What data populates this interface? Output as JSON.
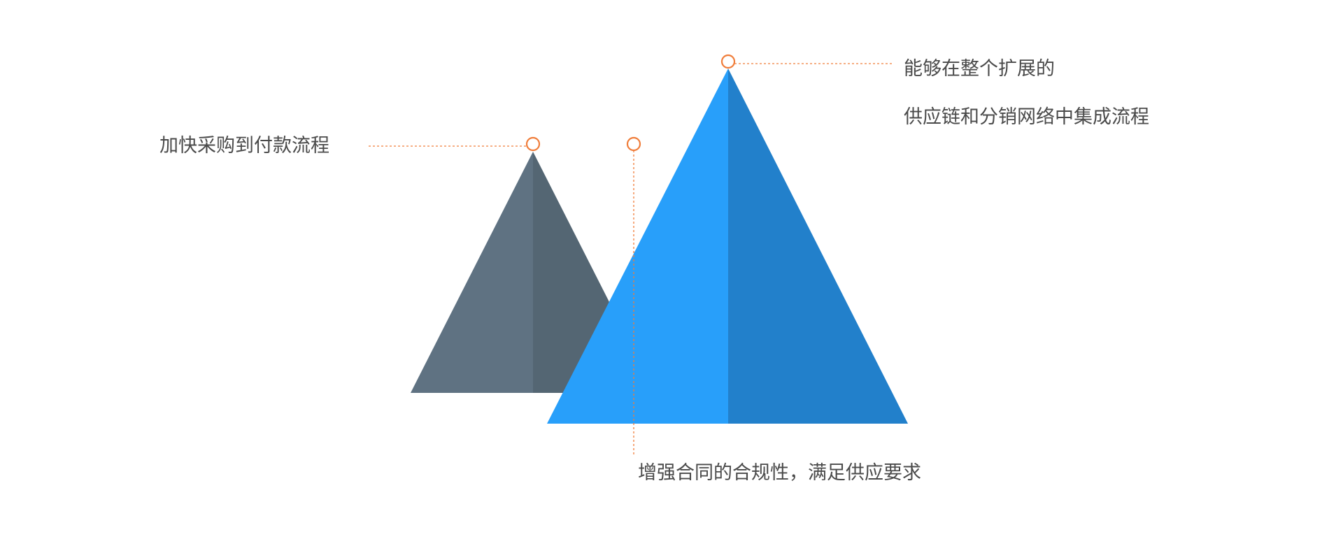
{
  "callouts": {
    "top_right": {
      "line1": "能够在整个扩展的",
      "line2": "供应链和分销网络中集成流程"
    },
    "left": "加快采购到付款流程",
    "bottom": "增强合同的合规性，满足供应要求"
  },
  "colors": {
    "gray_light": "#5f7282",
    "gray_dark": "#546673",
    "blue_light": "#289ffa",
    "blue_dark": "#2280cb",
    "accent": "#f07d3a",
    "text": "#4a4a4a"
  }
}
